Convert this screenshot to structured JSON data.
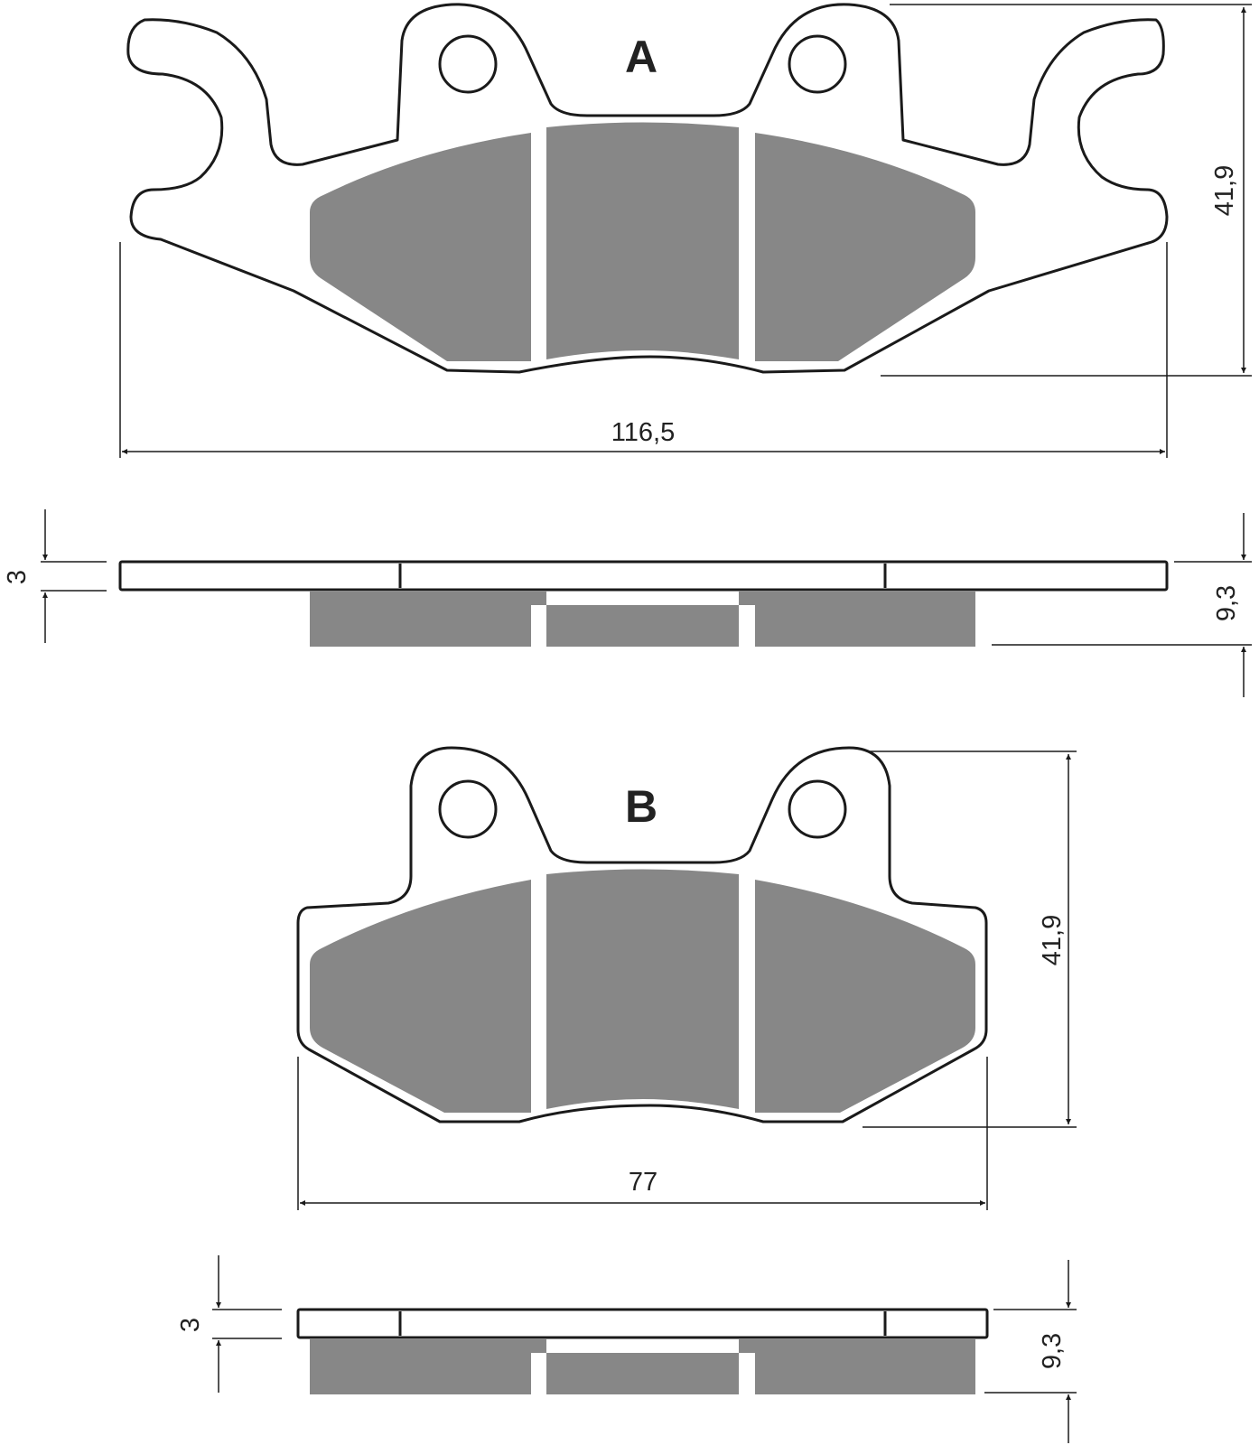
{
  "pads": {
    "a": {
      "label": "A",
      "width": "116,5",
      "height": "41,9",
      "thickness": "9,3",
      "plate": "3"
    },
    "b": {
      "label": "B",
      "width": "77",
      "height": "41,9",
      "thickness": "9,3",
      "plate": "3"
    }
  },
  "colors": {
    "friction": "#878787",
    "outline": "#1a1a1a",
    "background": "#ffffff"
  }
}
